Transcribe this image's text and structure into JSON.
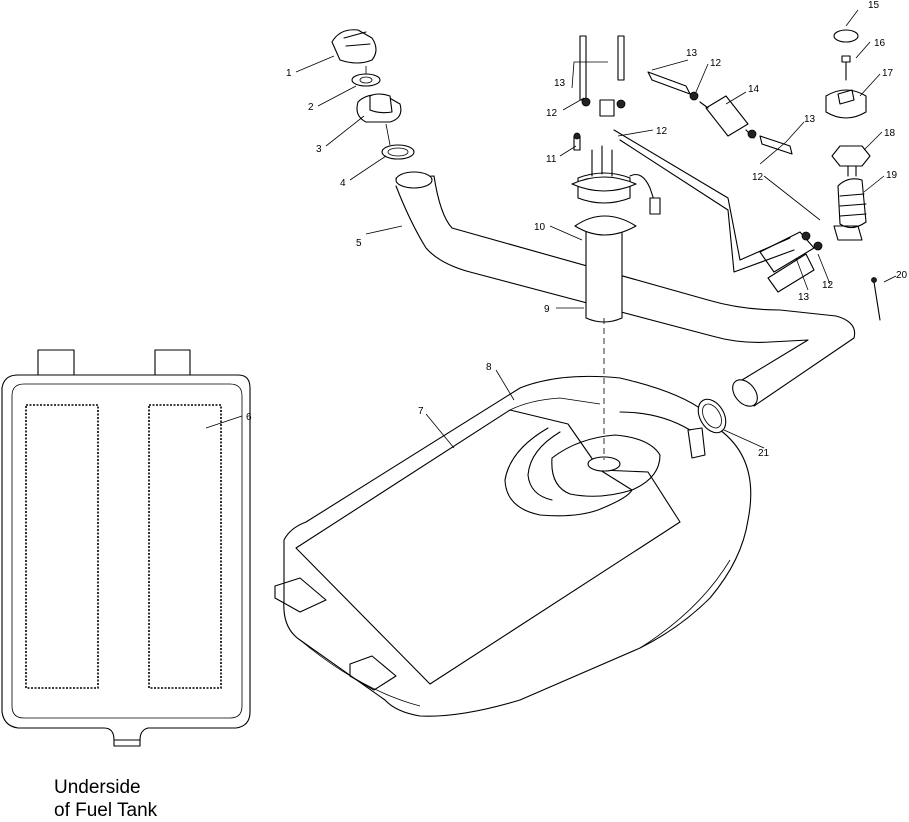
{
  "diagram": {
    "callouts": [
      "1",
      "2",
      "3",
      "4",
      "5",
      "6",
      "7",
      "8",
      "9",
      "10",
      "11",
      "12",
      "13",
      "14",
      "15",
      "16",
      "17",
      "18",
      "19",
      "20",
      "21"
    ],
    "caption_line1": "Underside",
    "caption_line2": "of Fuel Tank"
  }
}
